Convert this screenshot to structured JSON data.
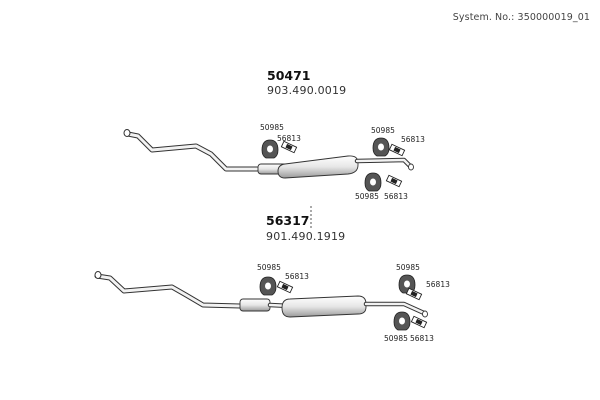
{
  "system": {
    "label": "System. No.: 350000019_01"
  },
  "assemblies": [
    {
      "part_number": "50471",
      "oem_number": "903.490.0019"
    },
    {
      "part_number": "56317",
      "oem_number": "901.490.1919"
    }
  ],
  "callouts": {
    "a1": "50985",
    "a2": "56813",
    "a3": "50985",
    "a4": "56813",
    "a5": "50985",
    "a6": "56813",
    "b1": "50985",
    "b2": "56813",
    "b3": "50985",
    "b4": "56813",
    "b5": "50985",
    "b6": "56813"
  }
}
